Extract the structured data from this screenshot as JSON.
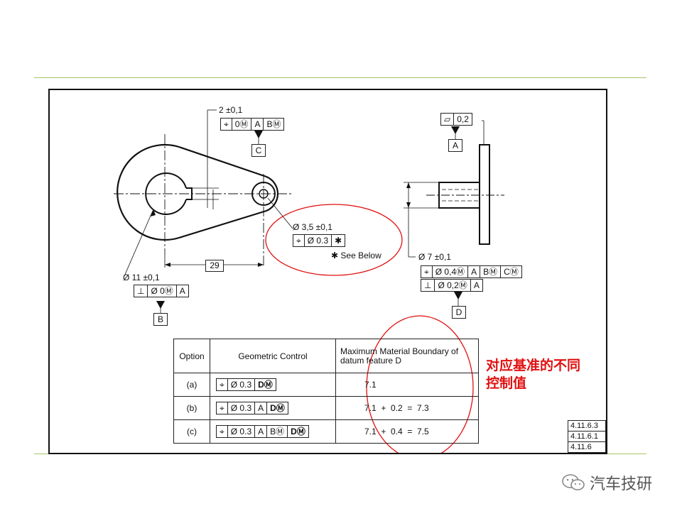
{
  "drawing": {
    "left_part": {
      "dim_slot": "2 ±0,1",
      "fcf_slot": [
        "⌖",
        "0Ⓜ",
        "A",
        "BⓂ"
      ],
      "datum_c": "C",
      "dim_small_hole": "Ø 3,5 ±0,1",
      "fcf_small_hole": [
        "⌖",
        "Ø 0.3",
        "✱"
      ],
      "see_below": "✱ See Below",
      "dim_center": "29",
      "dim_big_hole": "Ø 11 ±0,1",
      "fcf_big_hole": [
        "⊥",
        "Ø 0Ⓜ",
        "A"
      ],
      "datum_b": "B"
    },
    "right_part": {
      "fcf_flat": [
        "▱",
        "0,2"
      ],
      "datum_a": "A",
      "dim_pin": "Ø 7 ±0,1",
      "fcf_pin_1": [
        "⌖",
        "Ø 0,4Ⓜ",
        "A",
        "BⓂ",
        "CⓂ"
      ],
      "fcf_pin_2": [
        "⊥",
        "Ø 0,2Ⓜ",
        "A"
      ],
      "datum_d": "D"
    }
  },
  "table": {
    "headers": [
      "Option",
      "Geometric Control",
      "Maximum Material Boundary of datum feature D"
    ],
    "rows": [
      {
        "option": "(a)",
        "fcf": [
          "⌖",
          "Ø 0.3",
          "DⓂ"
        ],
        "value": "7.1"
      },
      {
        "option": "(b)",
        "fcf": [
          "⌖",
          "Ø 0.3",
          "A",
          "DⓂ"
        ],
        "value": "7.1  +  0.2  =  7.3"
      },
      {
        "option": "(c)",
        "fcf": [
          "⌖",
          "Ø 0.3",
          "A",
          "BⓂ",
          "DⓂ"
        ],
        "value": "7.1  +  0.4  =  7.5"
      }
    ]
  },
  "refs": [
    "4.11.6.3",
    "4.11.6.1",
    "4.11.6"
  ],
  "note": "对应基准的不同控制值",
  "watermark": "汽车技研",
  "colors": {
    "accent_line": "#a8c46a",
    "annotation": "#e01010"
  }
}
